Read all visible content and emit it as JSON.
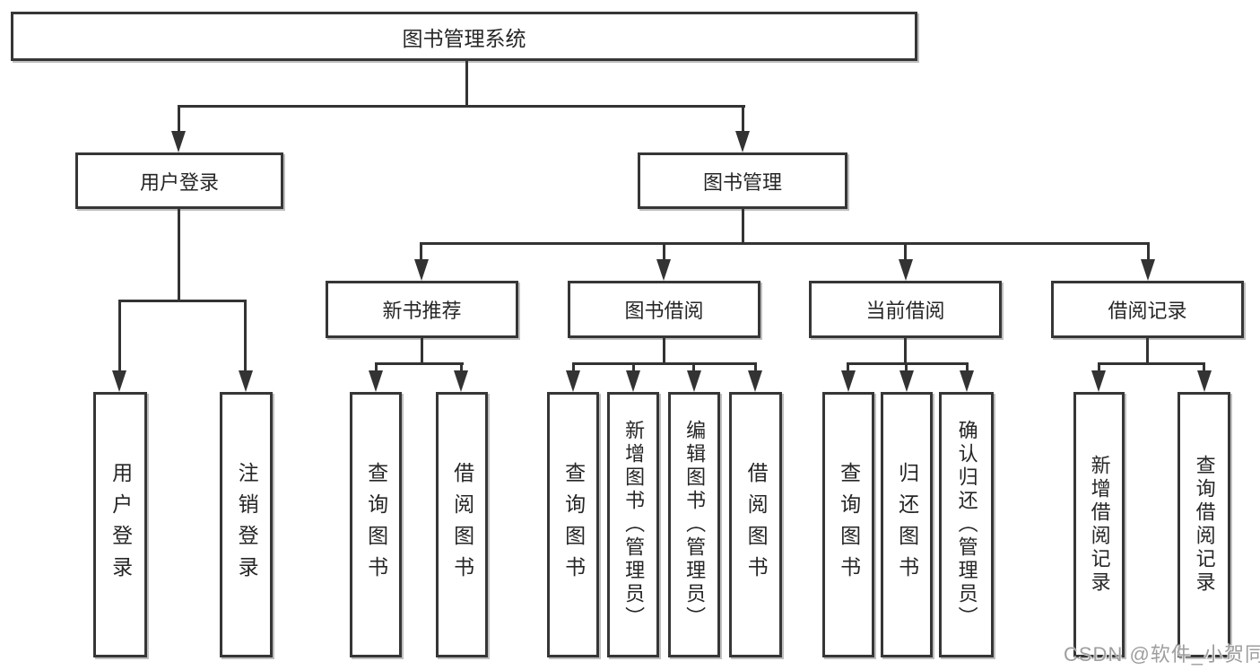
{
  "diagram": {
    "title": "图书管理系统",
    "level2": {
      "user_login": "用户登录",
      "book_mgmt": "图书管理"
    },
    "level3": {
      "new_book_rec": "新书推荐",
      "book_borrow": "图书借阅",
      "current_borrow": "当前借阅",
      "borrow_record": "借阅记录"
    },
    "leaves": [
      "用户登录",
      "注销登录",
      "查询图书",
      "借阅图书",
      "查询图书",
      "新增图书（管理员）",
      "编辑图书（管理员）",
      "借阅图书",
      "查询图书",
      "归还图书",
      "确认归还（管理员）",
      "新增借阅记录",
      "查询借阅记录"
    ]
  },
  "watermark": "CSDN @软件_小贺同学",
  "colors": {
    "background": "#ffffff",
    "line": "#333333",
    "box_border": "#363636",
    "box_fill": "#ffffff",
    "text": "#262626",
    "watermark": "#9e9e9e"
  }
}
